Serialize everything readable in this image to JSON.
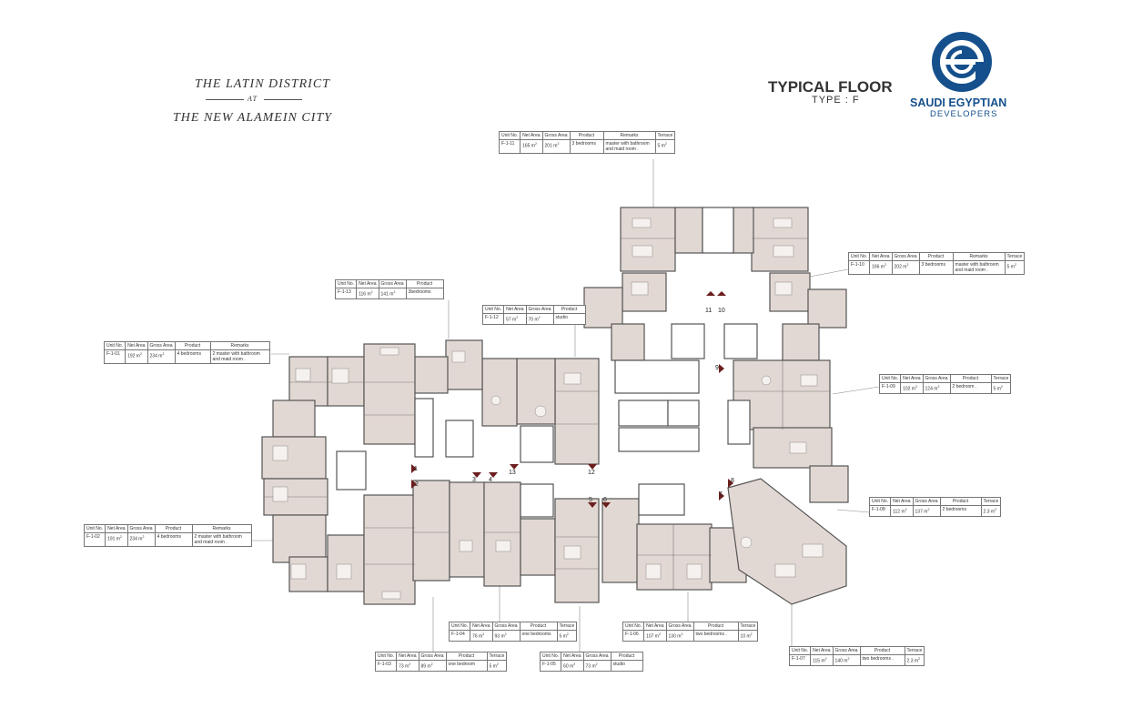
{
  "header": {
    "project_line1": "THE LATIN DISTRICT",
    "project_at": "AT",
    "project_line2": "THE NEW ALAMEIN CITY",
    "floor_title": "TYPICAL FLOOR",
    "floor_type": "TYPE : F",
    "brand_name": "SAUDI EGYPTIAN",
    "brand_sub": "DEVELOPERS"
  },
  "colors": {
    "brand_blue": "#15508c",
    "unit_fill": "#e2d8d3",
    "wall": "#555555",
    "core_fill": "#ffffff"
  },
  "table_headers": {
    "unit_no": "Unit No.",
    "net_area": "Net Area",
    "gross_area": "Gross Area",
    "product": "Product",
    "remarks": "Remarks",
    "terrace": "Terrace"
  },
  "units": {
    "u01": {
      "no": "F-1-01",
      "net": "192",
      "gross": "234",
      "product": "4 bedrooms",
      "remarks": "2 master with bathroom and maid room ."
    },
    "u02": {
      "no": "F-1-02",
      "net": "191",
      "gross": "234",
      "product": "4 bedrooms",
      "remarks": "2 master with bathroom and maid room ."
    },
    "u03": {
      "no": "F-1-03",
      "net": "73",
      "gross": "89",
      "product": "one bedroom",
      "terrace": "5"
    },
    "u04": {
      "no": "F-1-04",
      "net": "76",
      "gross": "93",
      "product": "one bedrooms",
      "terrace": "5"
    },
    "u05": {
      "no": "F-1-05",
      "net": "60",
      "gross": "73",
      "product": "studio"
    },
    "u06": {
      "no": "F-1-06",
      "net": "107",
      "gross": "130",
      "product": "two bedrooms .",
      "terrace": "10"
    },
    "u07": {
      "no": "F-1-07",
      "net": "115",
      "gross": "140",
      "product": "two bedrooms .",
      "terrace": "2.3"
    },
    "u08": {
      "no": "F-1-08",
      "net": "112",
      "gross": "137",
      "product": "2 bedrooms",
      "terrace": "2.3"
    },
    "u09": {
      "no": "F-1-09",
      "net": "102",
      "gross": "124",
      "product": "2 bedroom .",
      "terrace": "5"
    },
    "u10": {
      "no": "F-1-10",
      "net": "166",
      "gross": "202",
      "product": "3 bedrooms",
      "remarks": "master with bathroom and maid room .",
      "terrace": "5"
    },
    "u11": {
      "no": "F-1-11",
      "net": "165",
      "gross": "201",
      "product": "3 bedrooms",
      "remarks": "master with bathroom and maid room .",
      "terrace": "5"
    },
    "u12": {
      "no": "F-1-12",
      "net": "57",
      "gross": "70",
      "product": "studio"
    },
    "u13": {
      "no": "F-1-13",
      "net": "116",
      "gross": "141",
      "product": "3bedrooms"
    }
  },
  "area_unit": "m",
  "area_unit_sup": "2",
  "entry_labels": [
    "1",
    "2",
    "3",
    "4",
    "5",
    "6",
    "7",
    "8",
    "9",
    "10",
    "11",
    "12",
    "13"
  ]
}
